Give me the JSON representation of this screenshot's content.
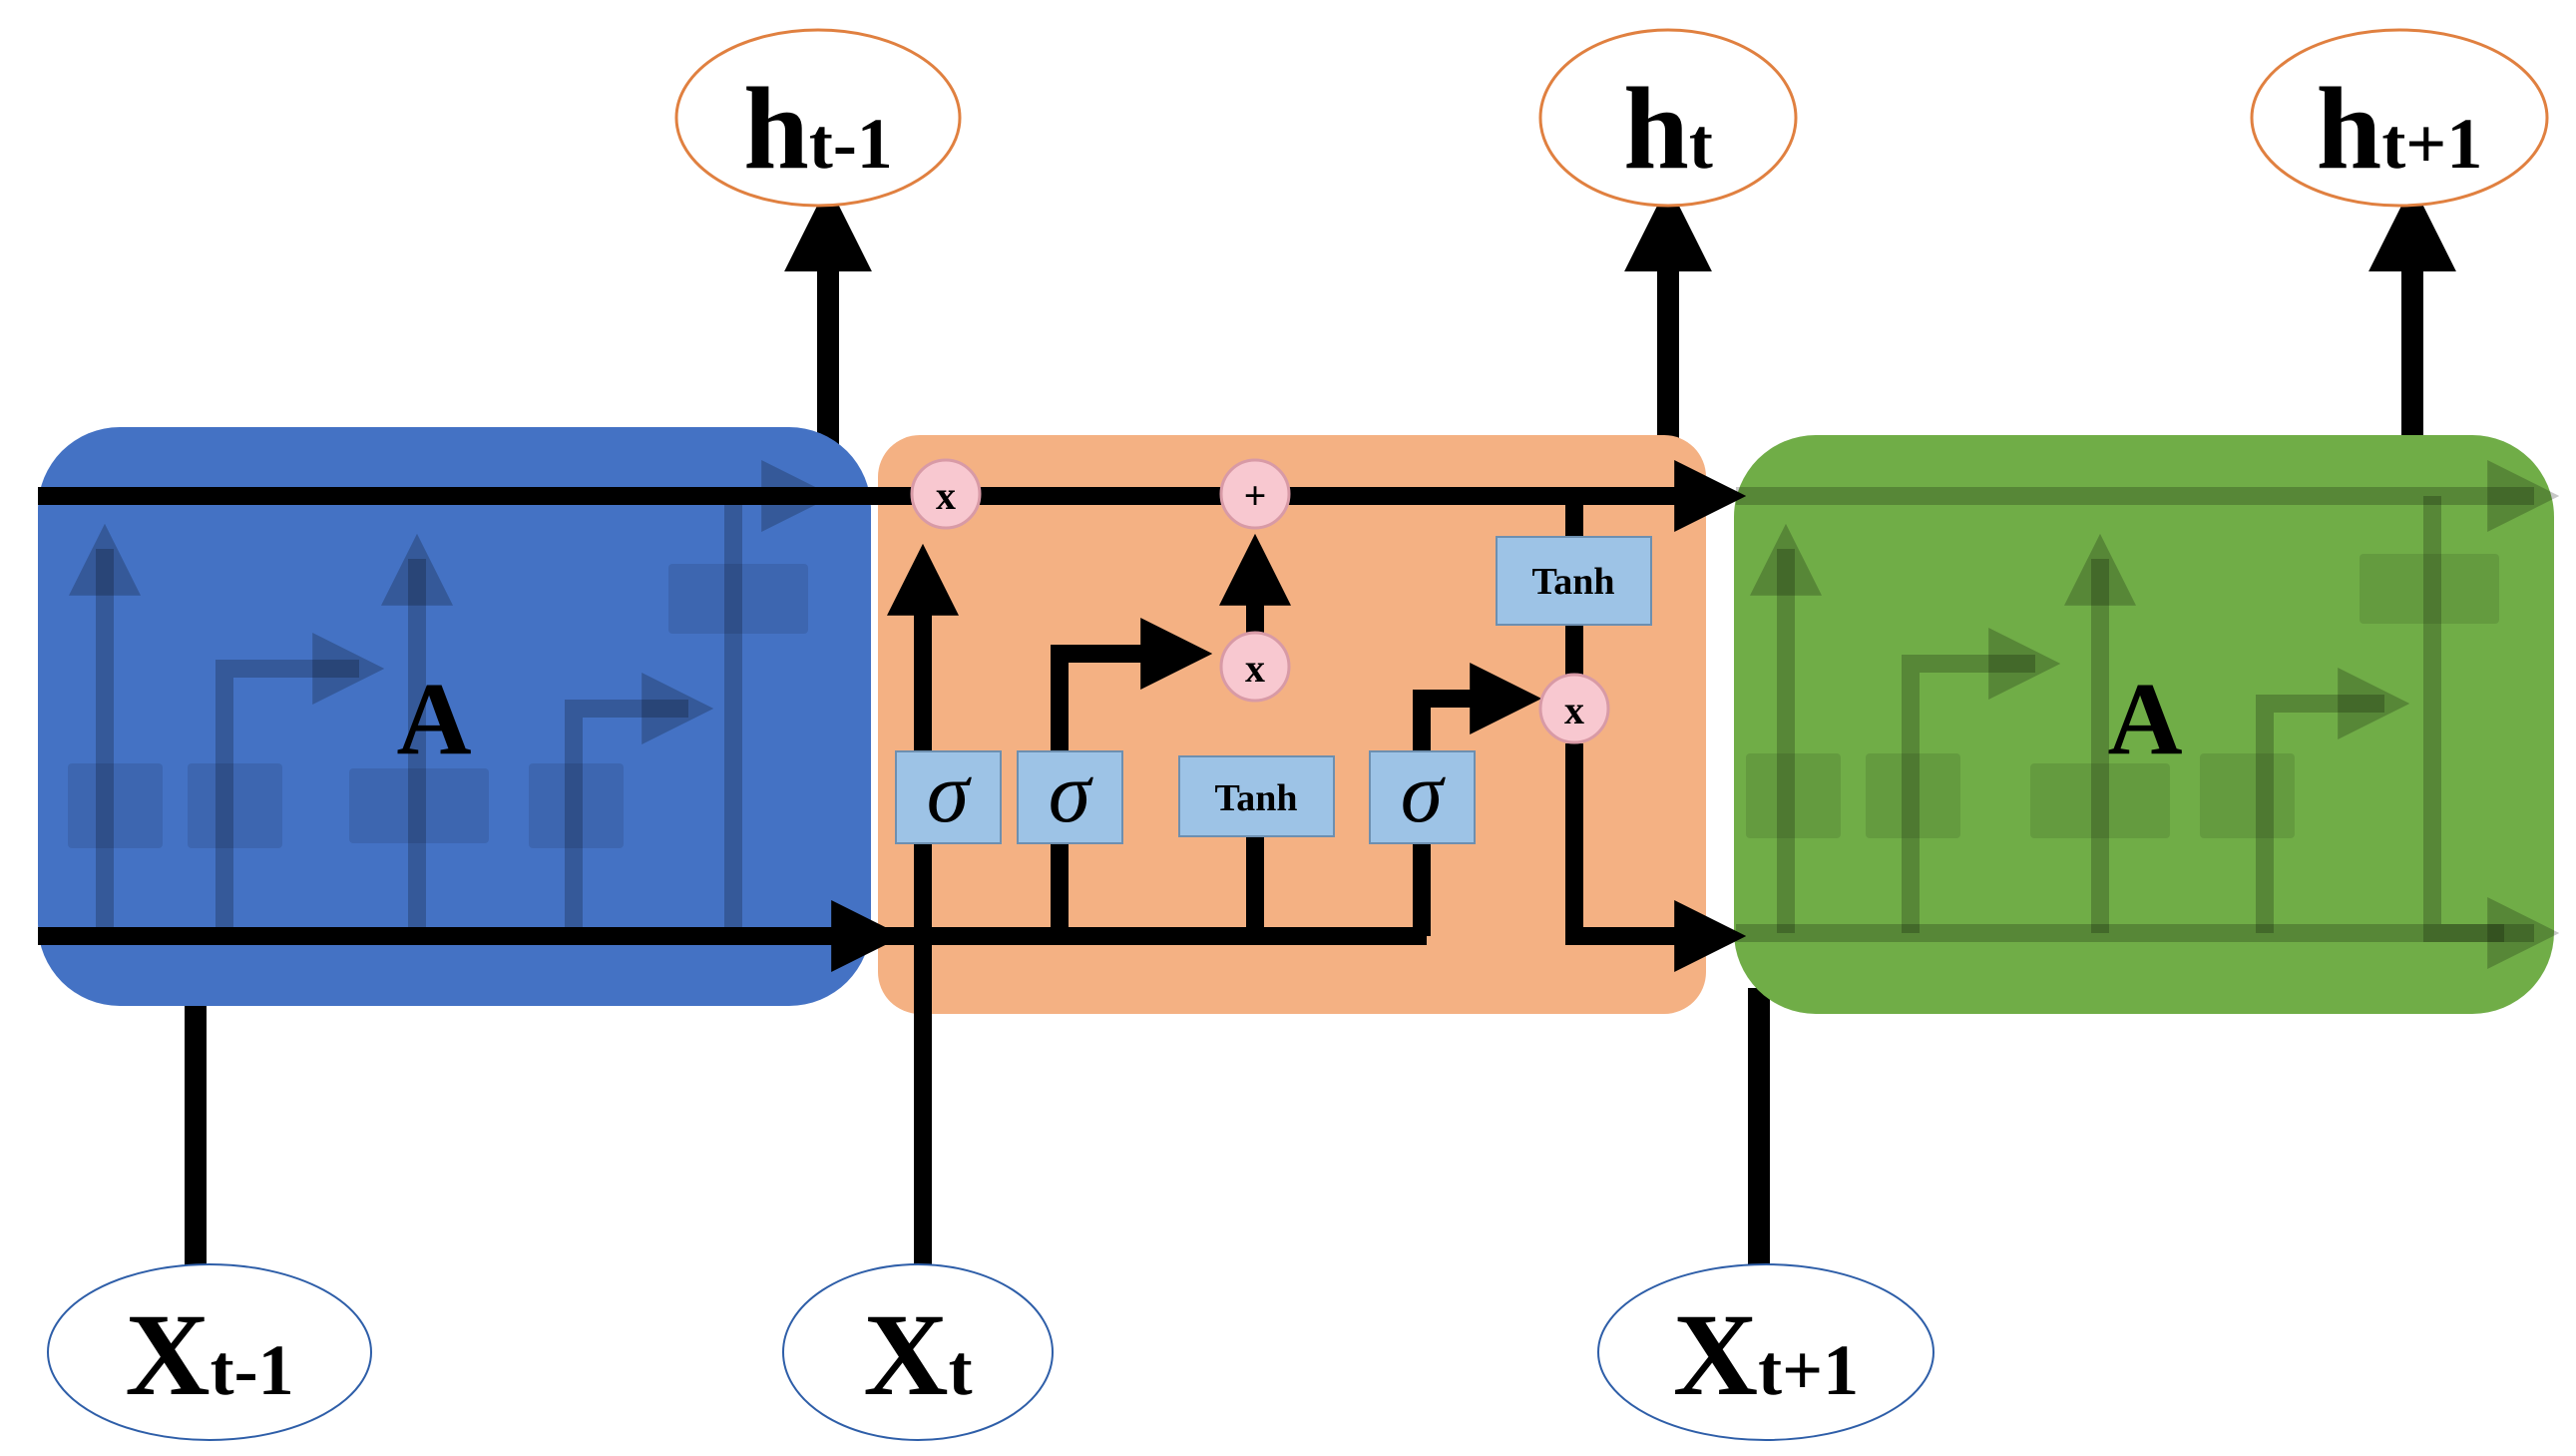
{
  "outputs": [
    {
      "main": "h",
      "sub": "t-1"
    },
    {
      "main": "h",
      "sub": "t"
    },
    {
      "main": "h",
      "sub": "t+1"
    }
  ],
  "inputs": [
    {
      "main": "X",
      "sub": "t-1"
    },
    {
      "main": "X",
      "sub": "t"
    },
    {
      "main": "X",
      "sub": "t+1"
    }
  ],
  "cells": {
    "left_label": "A",
    "right_label": "A"
  },
  "center_cell": {
    "forget_op": "x",
    "add_op": "+",
    "input_op": "x",
    "output_op": "x",
    "sigma_symbol": "σ",
    "tanh_label": "Tanh"
  },
  "colors": {
    "left_cell": "#4472c4",
    "center_cell": "#f4b183",
    "right_cell": "#70ad47",
    "gate_box": "#9dc3e6",
    "op_circle": "#f8c8d0",
    "output_ellipse_border": "#e08040",
    "input_ellipse_border": "#2e5ea8"
  }
}
